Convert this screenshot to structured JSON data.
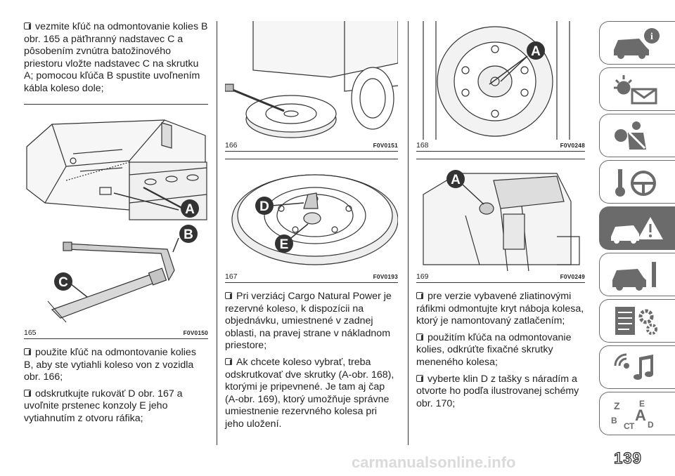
{
  "page_number": "139",
  "watermark": "carmanualsonline.info",
  "column1": {
    "para_top": "vezmite kľúč na odmontovanie kolies B obr. 165 a päťhranný nadstavec C a pôsobením zvnútra batožinového priestoru vložte nadstavec C na skrutku A; pomocou kľúča B spustite uvoľnením kábla koleso dole;",
    "para_1": "použite kľúč na odmontovanie kolies B, aby ste vytiahli koleso von z vozidla obr. 166;",
    "para_2": "odskrutkujte rukoväť D obr. 167 a uvoľnite prstenec konzoly E jeho vytiahnutím z otvoru ráfika;"
  },
  "column2": {
    "para_1": "Pri verziácj Cargo Natural Power je rezervné koleso, k dispozícii na objednávku, umiestnené v zadnej oblasti, na pravej strane v nákladnom priestore;",
    "para_2": "Ak chcete koleso vybrať, treba odskrutkovať dve skrutky (A-obr. 168), ktorými je pripevnené. Je tam aj čap (A-obr. 169), ktorý umožňuje správne umiestnenie rezervného kolesa pri jeho uložení."
  },
  "column3": {
    "para_1": "pre verzie vybavené zliatinovými ráfikmi odmontujte kryt náboja kolesa, ktorý je namontovaný zatlačením;",
    "para_2": "použitím kľúča na odmontovanie kolies, odkrúťte fixačné skrutky meneného kolesa;",
    "para_3": "vyberte klin D z tašky s náradím a otvorte ho podľa ilustrovanej schémy obr. 170;"
  },
  "figures": {
    "f165": {
      "number": "165",
      "code": "F0V0150",
      "callouts": [
        "A",
        "B",
        "C"
      ]
    },
    "f166": {
      "number": "166",
      "code": "F0V0151"
    },
    "f167": {
      "number": "167",
      "code": "F0V0193",
      "callouts": [
        "D",
        "E"
      ]
    },
    "f168": {
      "number": "168",
      "code": "F0V0248",
      "callouts": [
        "A"
      ]
    },
    "f169": {
      "number": "169",
      "code": "F0V0249",
      "callouts": [
        "A"
      ]
    }
  },
  "sidebar_tabs": [
    {
      "icon": "car-info-icon",
      "active": false
    },
    {
      "icon": "warning-light-mail-icon",
      "active": false
    },
    {
      "icon": "airbag-seatbelt-icon",
      "active": false
    },
    {
      "icon": "key-steering-wheel-icon",
      "active": false
    },
    {
      "icon": "breakdown-warning-triangle-icon",
      "active": true
    },
    {
      "icon": "car-maintenance-wrench-icon",
      "active": false
    },
    {
      "icon": "technical-data-gears-icon",
      "active": false
    },
    {
      "icon": "multimedia-music-icon",
      "active": false
    },
    {
      "icon": "alphabetical-index-icon",
      "active": false
    }
  ],
  "colors": {
    "sidebar_gray": "#6b6b6b",
    "callout_fill": "#333333"
  }
}
